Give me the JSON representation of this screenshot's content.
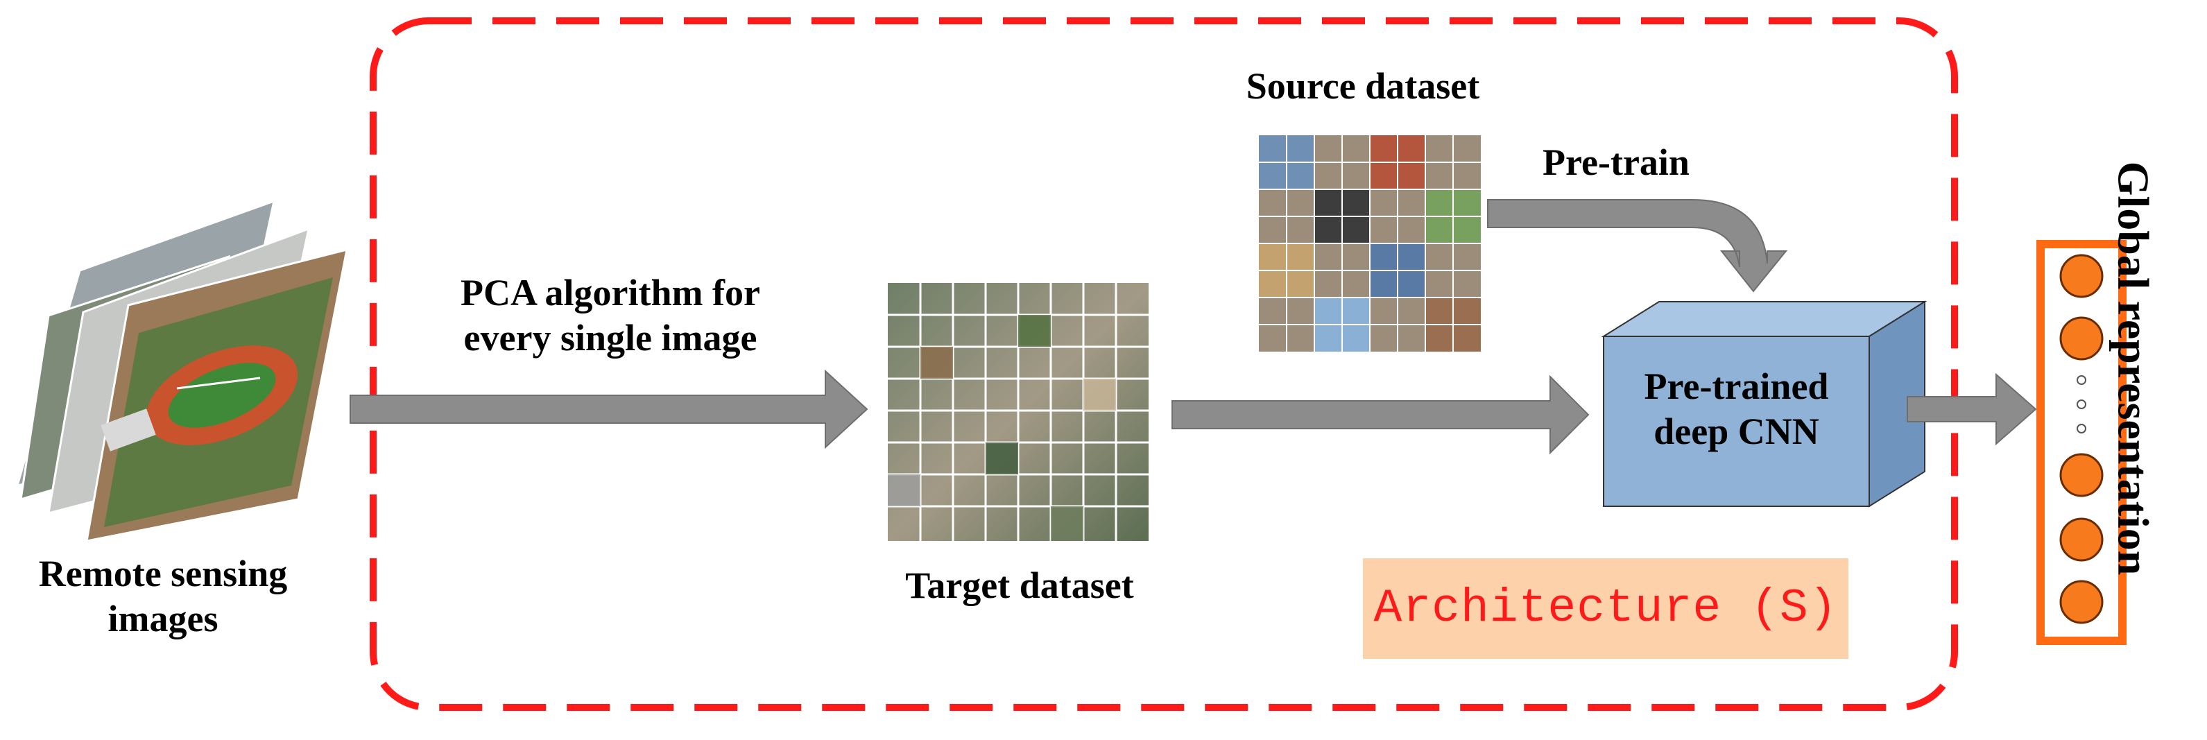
{
  "labels": {
    "remote_sensing_line1": "Remote sensing",
    "remote_sensing_line2": "images",
    "pca_line1": "PCA algorithm for",
    "pca_line2": "every single image",
    "source_dataset": "Source dataset",
    "pre_train": "Pre-train",
    "target_dataset": "Target dataset",
    "cnn_line1": "Pre-trained",
    "cnn_line2": "deep CNN",
    "architecture": "Architecture (S)",
    "global_representation": "Global representation"
  },
  "colors": {
    "dashed_border": "#ff1a1a",
    "arrow_fill": "#8c8c8c",
    "cnn_front": "#8fb2d6",
    "cnn_top": "#a9c6e4",
    "cnn_side": "#6f95bf",
    "architecture_bg": "#fdd2ab",
    "architecture_text": "#ff1a1a",
    "feature_border": "#ff6a13",
    "feature_node": "#f77a1c"
  },
  "feature_vector": {
    "node_count_top": 2,
    "node_count_bottom": 3,
    "ellipsis_dots": 3
  }
}
